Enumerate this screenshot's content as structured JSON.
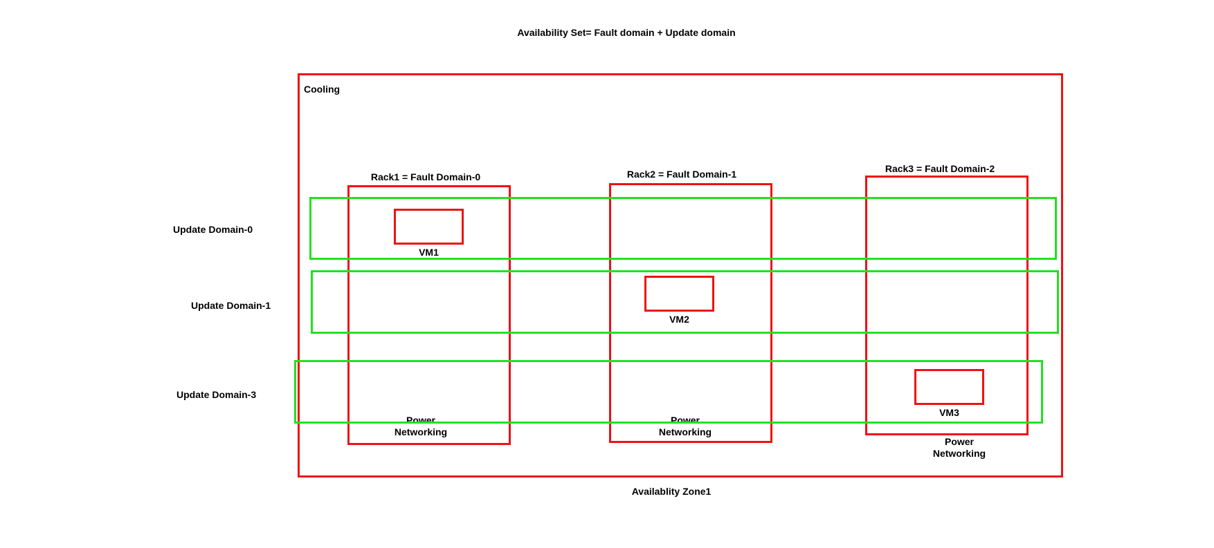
{
  "title": "Availability Set= Fault domain + Update domain",
  "zone": {
    "label": "Availablity Zone1",
    "cooling_label": "Cooling"
  },
  "update_domains": [
    {
      "label": "Update Domain-0"
    },
    {
      "label": "Update Domain-1"
    },
    {
      "label": "Update Domain-3"
    }
  ],
  "racks": [
    {
      "label": "Rack1 = Fault Domain-0",
      "power": "Power",
      "networking": "Networking",
      "vm": "VM1"
    },
    {
      "label": "Rack2 = Fault Domain-1",
      "power": "Power",
      "networking": "Networking",
      "vm": "VM2"
    },
    {
      "label": "Rack3 = Fault Domain-2",
      "power": "Power",
      "networking": "Networking",
      "vm": "VM3"
    }
  ],
  "colors": {
    "fault_domain": "#ee1111",
    "update_domain": "#22e022"
  }
}
